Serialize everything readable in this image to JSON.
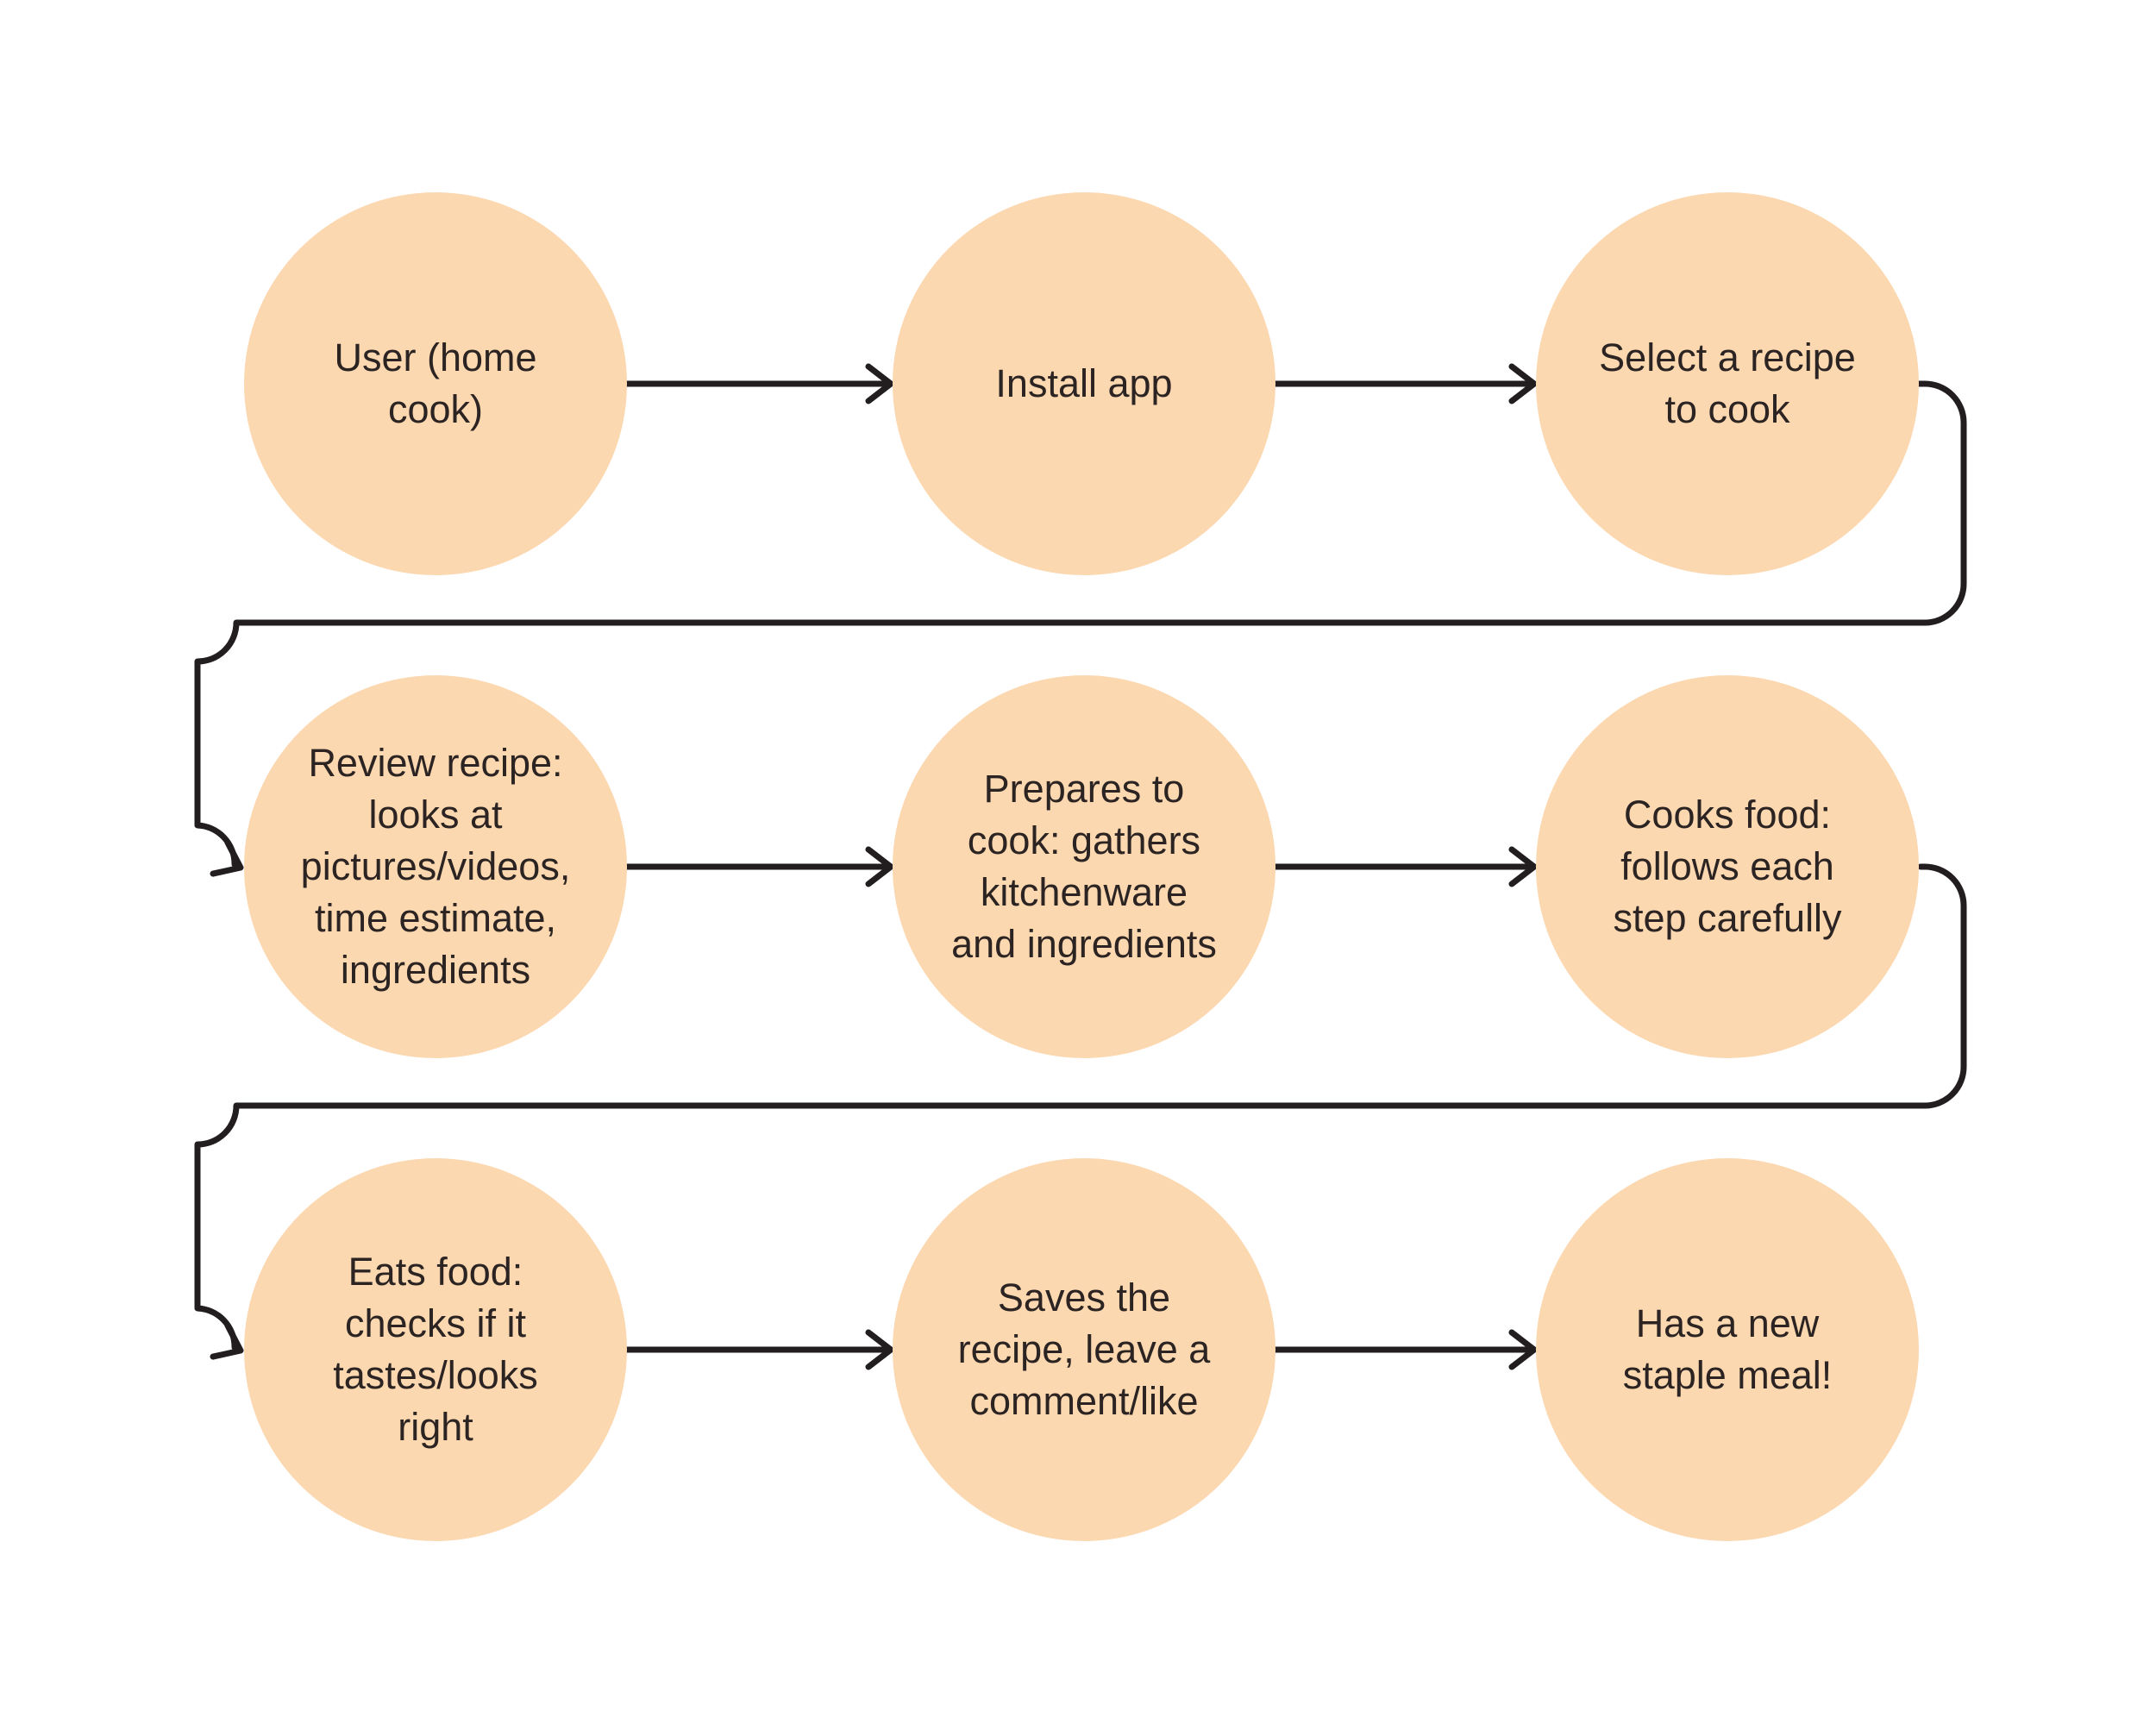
{
  "diagram": {
    "type": "flowchart",
    "nodes": [
      {
        "id": "user",
        "label": "User (home\ncook)"
      },
      {
        "id": "install-app",
        "label": "Install app"
      },
      {
        "id": "select-recipe",
        "label": "Select a recipe\nto cook"
      },
      {
        "id": "review-recipe",
        "label": "Review recipe:\nlooks at\npictures/videos,\ntime estimate,\ningredients"
      },
      {
        "id": "prepare-cook",
        "label": "Prepares to\ncook: gathers\nkitchenware\nand ingredients"
      },
      {
        "id": "cook-food",
        "label": "Cooks food:\nfollows each\nstep carefully"
      },
      {
        "id": "eat-food",
        "label": "Eats food:\nchecks if it\ntastes/looks\nright"
      },
      {
        "id": "save-recipe",
        "label": "Saves the\nrecipe, leave a\ncomment/like"
      },
      {
        "id": "new-staple",
        "label": "Has a new\nstaple meal!"
      }
    ],
    "edges": [
      {
        "from": "user",
        "to": "install-app",
        "type": "straight"
      },
      {
        "from": "install-app",
        "to": "select-recipe",
        "type": "straight"
      },
      {
        "from": "select-recipe",
        "to": "review-recipe",
        "type": "wrap-down"
      },
      {
        "from": "review-recipe",
        "to": "prepare-cook",
        "type": "straight"
      },
      {
        "from": "prepare-cook",
        "to": "cook-food",
        "type": "straight"
      },
      {
        "from": "cook-food",
        "to": "eat-food",
        "type": "wrap-down"
      },
      {
        "from": "eat-food",
        "to": "save-recipe",
        "type": "straight"
      },
      {
        "from": "save-recipe",
        "to": "new-staple",
        "type": "straight"
      }
    ]
  },
  "theme": {
    "background": "#ffffff",
    "node_fill": "#fcd8b1",
    "node_text": "#2b2422",
    "arrow_color": "#221e1f"
  }
}
